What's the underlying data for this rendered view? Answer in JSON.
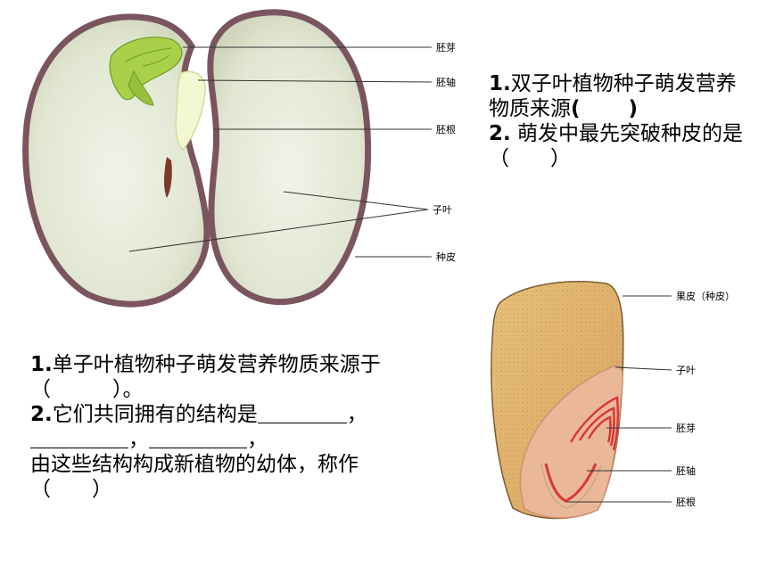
{
  "bean": {
    "labels": {
      "plumule": "胚芽",
      "hypocotyl": "胚轴",
      "radicle": "胚根",
      "cotyledon": "子叶",
      "seed_coat": "种皮"
    },
    "q1_num": "1.",
    "q1_text": "双子叶植物种子萌发营养物质来源",
    "q1_paren": "(　　 )",
    "q2_num": "2.",
    "q2_text": " 萌发中最先突破种皮的是（　　）"
  },
  "corn": {
    "labels": {
      "pericarp": "果皮（种皮）",
      "cotyledon": "子叶",
      "plumule": "胚芽",
      "hypocotyl": "胚轴",
      "radicle": "胚根"
    },
    "q1_num": "1.",
    "q1_text": "单子叶植物种子萌发营养物质来源于（　　　）。",
    "q2_num": "2.",
    "q2_text": "它们共同拥有的结构是",
    "comma": "，",
    "q3_text": "由这些结构构成新植物的幼体，称作（　　）"
  },
  "colors": {
    "seed_coat": "#7a5560",
    "cotyledon": "#e4e8d8",
    "embryo_green": "#a8d048",
    "corn_endosperm": "#ddb068",
    "corn_embryo": "#eab898",
    "corn_red": "#d83838"
  }
}
